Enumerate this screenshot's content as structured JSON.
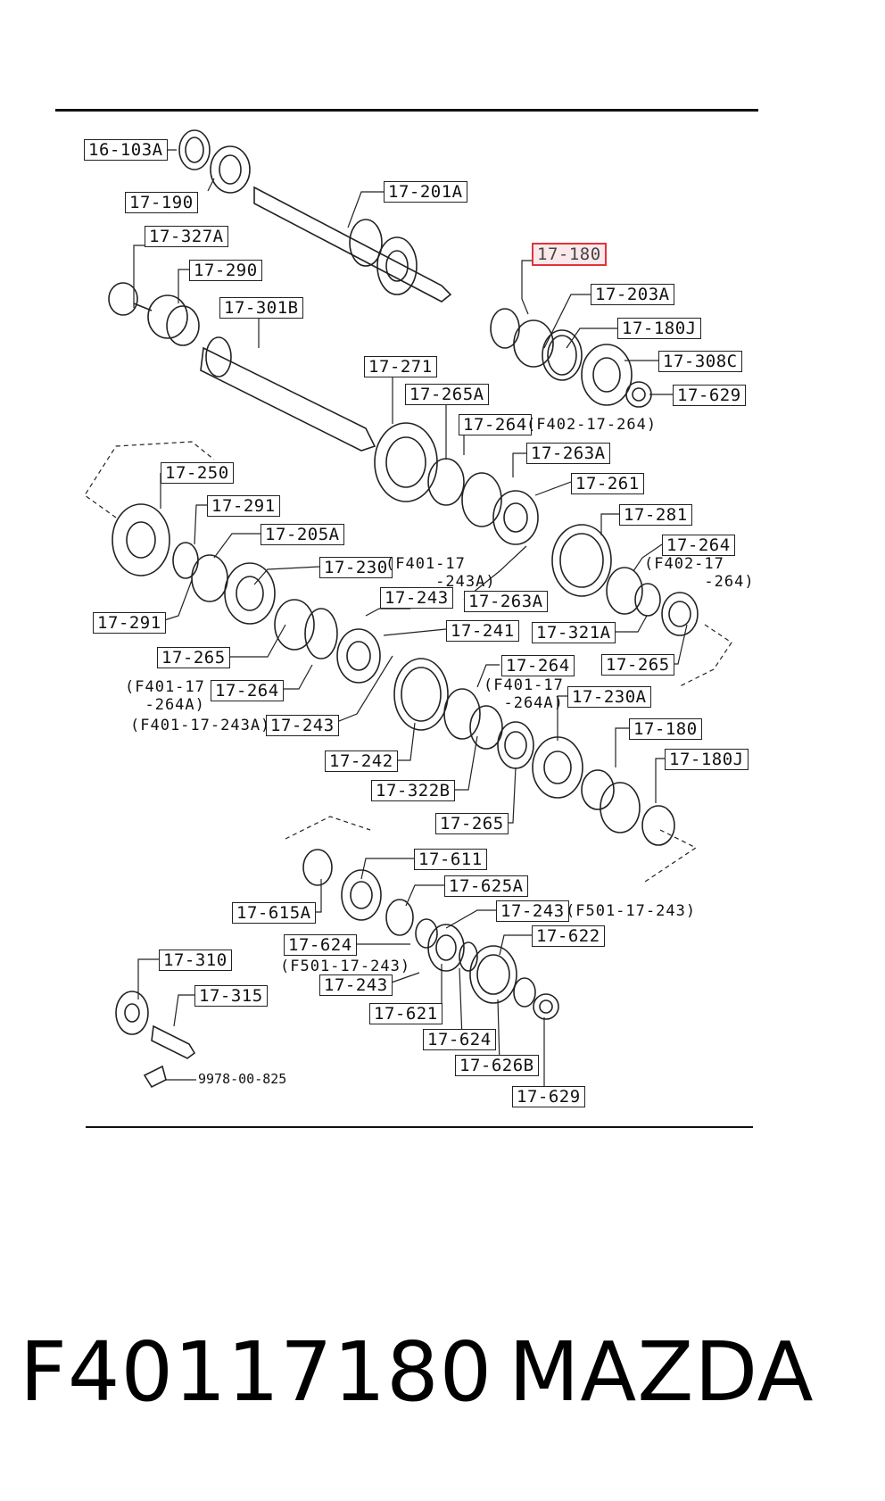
{
  "highlight_color": "#e0343c",
  "labels": {
    "l16_103A": "16-103A",
    "l17_190": "17-190",
    "l17_201A": "17-201A",
    "l17_327A": "17-327A",
    "l17_290": "17-290",
    "l17_301B": "17-301B",
    "l17_180_hl": "17-180",
    "l17_203A": "17-203A",
    "l17_180J_a": "17-180J",
    "l17_308C": "17-308C",
    "l17_629_a": "17-629",
    "l17_271": "17-271",
    "l17_265A": "17-265A",
    "l17_264_a": "17-264",
    "l17_263A_a": "17-263A",
    "l17_261": "17-261",
    "l17_250": "17-250",
    "l17_291_a": "17-291",
    "l17_205A": "17-205A",
    "l17_230": "17-230",
    "l17_281": "17-281",
    "l17_264_b": "17-264",
    "l17_243_a": "17-243",
    "l17_263A_b": "17-263A",
    "l17_291_b": "17-291",
    "l17_321A": "17-321A",
    "l17_265_a": "17-265",
    "l17_241": "17-241",
    "l17_265_b": "17-265",
    "l17_264_c": "17-264",
    "l17_264_d": "17-264",
    "l17_230A": "17-230A",
    "l17_243_b": "17-243",
    "l17_180_b": "17-180",
    "l17_242": "17-242",
    "l17_180J_b": "17-180J",
    "l17_322B": "17-322B",
    "l17_265_c": "17-265",
    "l17_611": "17-611",
    "l17_625A": "17-625A",
    "l17_615A": "17-615A",
    "l17_243_c": "17-243",
    "l17_622": "17-622",
    "l17_624_a": "17-624",
    "l17_310": "17-310",
    "l17_243_d": "17-243",
    "l17_315": "17-315",
    "l17_621": "17-621",
    "l17_624_b": "17-624",
    "l17_626B": "17-626B",
    "l17_629_b": "17-629"
  },
  "notes": {
    "n_f402_a": "(F402-17-264)",
    "n_f401_243A": "(F401-17\n     -243A)",
    "n_f402_b": "(F402-17\n      -264)",
    "n_f401_264A_a": "(F401-17\n  -264A)",
    "n_f401_243A_b": "(F401-17-243A)",
    "n_f401_264A_b": "(F401-17\n  -264A)",
    "n_f501_a": "(F501-17-243)",
    "n_f501_b": "(F501-17-243)",
    "n_part": "9978-00-825"
  },
  "footer": {
    "part_number": "F40117180",
    "brand": "MAZDA"
  }
}
